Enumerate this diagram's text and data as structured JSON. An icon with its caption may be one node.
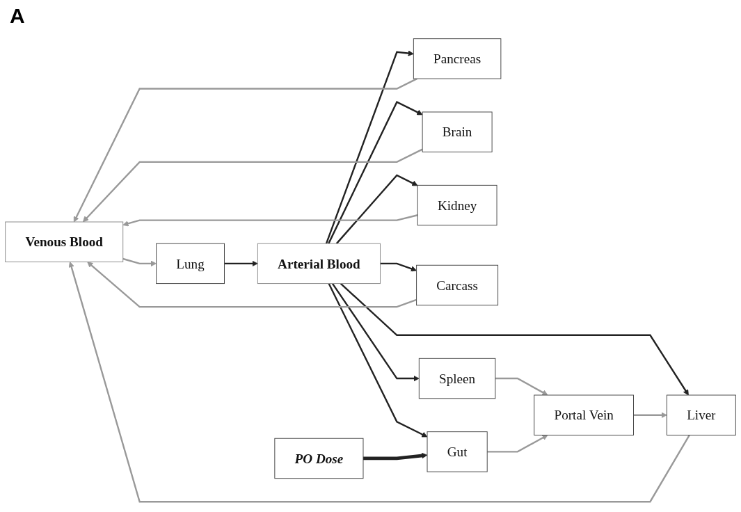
{
  "diagram": {
    "nodes": [
      {
        "text": [
          "Venous Blood"
        ]
      },
      {
        "text": [
          "Lung"
        ]
      },
      {
        "text": [
          "Arterial Blood"
        ]
      },
      {
        "text": [
          "Pancreas"
        ]
      },
      {
        "text": [
          "Brain"
        ]
      },
      {
        "text": [
          "Kidney"
        ]
      },
      {
        "text": [
          "Carcass"
        ]
      },
      {
        "text": [
          "Liver"
        ]
      },
      {
        "text": [
          "Spleen"
        ]
      },
      {
        "text": [
          "Portal Vein"
        ]
      },
      {
        "text": [
          "Gut"
        ]
      },
      {
        "text": [
          "PO Dose"
        ]
      }
    ],
    "edges": [
      {
        "from": 0,
        "to": 1,
        "arrow": "to"
      },
      {
        "from": 1,
        "to": 2,
        "arrow": "to",
        "color": "#222222"
      },
      {
        "from": 2,
        "to": 3,
        "arrow": "to",
        "color": "#222222"
      },
      {
        "from": 2,
        "to": 4,
        "arrow": "to",
        "color": "#222222"
      },
      {
        "from": 2,
        "to": 5,
        "arrow": "to",
        "color": "#222222"
      },
      {
        "from": 2,
        "to": 6,
        "arrow": "to",
        "color": "#222222"
      },
      {
        "from": 2,
        "to": 7,
        "arrow": "to",
        "color": "#222222"
      },
      {
        "from": 2,
        "to": 8,
        "arrow": "to",
        "color": "#222222"
      },
      {
        "from": 2,
        "to": 10,
        "arrow": "to",
        "color": "#222222"
      },
      {
        "from": 3,
        "to": 0,
        "arrow": "to"
      },
      {
        "from": 4,
        "to": 0,
        "arrow": "to"
      },
      {
        "from": 5,
        "to": 0,
        "arrow": "to"
      },
      {
        "from": 6,
        "to": 0,
        "arrow": "to"
      },
      {
        "from": 7,
        "to": 0,
        "arrow": "to"
      },
      {
        "from": 8,
        "to": 9,
        "arrow": "to"
      },
      {
        "from": 10,
        "to": 9,
        "arrow": "to"
      },
      {
        "from": 9,
        "to": 7,
        "arrow": "to"
      },
      {
        "from": 11,
        "to": 10,
        "arrow": "to",
        "style": "thick",
        "color": "#222222"
      }
    ],
    "labels": [
      "A"
    ]
  }
}
